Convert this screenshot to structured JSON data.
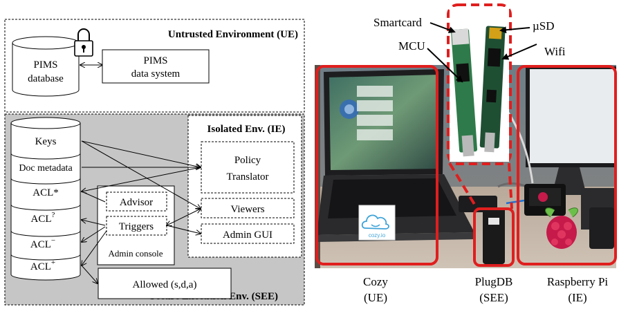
{
  "left_diagram": {
    "untrusted_env_title": "Untrusted Environment (UE)",
    "pims_db_line1": "PIMS",
    "pims_db_line2": "database",
    "pims_ds_line1": "PIMS",
    "pims_ds_line2": "data system",
    "isolated_env_title": "Isolated Env. (IE)",
    "policy_translator_line1": "Policy",
    "policy_translator_line2": "Translator",
    "viewers": "Viewers",
    "admin_gui": "Admin GUI",
    "db_rows": {
      "keys": "Keys",
      "doc_metadata": "Doc metadata",
      "acl_star": "ACL*",
      "acl_q_base": "ACL",
      "acl_q_sup": "?",
      "acl_minus_base": "ACL",
      "acl_minus_sup": "−",
      "acl_plus_base": "ACL",
      "acl_plus_sup": "+"
    },
    "advisor": "Advisor",
    "triggers": "Triggers",
    "admin_console": "Admin console",
    "allowed": "Allowed (s,d,a)",
    "secure_env_title": "Secure Execution Env. (SEE)"
  },
  "right_photo": {
    "smartcard": "Smartcard",
    "usd": "µSD",
    "mcu": "MCU",
    "wifi": "Wifi",
    "cozy_logo_text": "cozy.io",
    "label_cozy_1": "Cozy",
    "label_cozy_2": "(UE)",
    "label_plugdb_1": "PlugDB",
    "label_plugdb_2": "(SEE)",
    "label_rpi_1": "Raspberry Pi",
    "label_rpi_2": "(IE)"
  },
  "colors": {
    "see_gray": "#c6c6c6",
    "frame_red": "#e01e1e"
  }
}
